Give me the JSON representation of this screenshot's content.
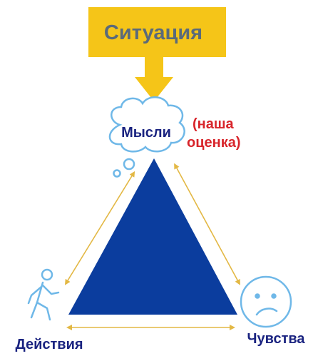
{
  "situation": {
    "label": "Ситуация"
  },
  "thoughts": {
    "label": "Мысли",
    "note": "(наша оценка)",
    "note_line1": "(наша",
    "note_line2": "оценка)"
  },
  "actions": {
    "label": "Действия"
  },
  "feelings": {
    "label": "Чувства"
  },
  "colors": {
    "situation_fill": "#F5C518",
    "situation_text": "#5A6A7A",
    "arrow_fill": "#F5C518",
    "triangle_fill": "#0B3D9E",
    "label_navy": "#1A2380",
    "note_red": "#D8242A",
    "connector": "#E3B844",
    "icon_blue": "#6FB8E8"
  },
  "icons": {
    "cloud": "thought-cloud-icon",
    "person": "walking-person-icon",
    "face": "sad-face-icon"
  }
}
